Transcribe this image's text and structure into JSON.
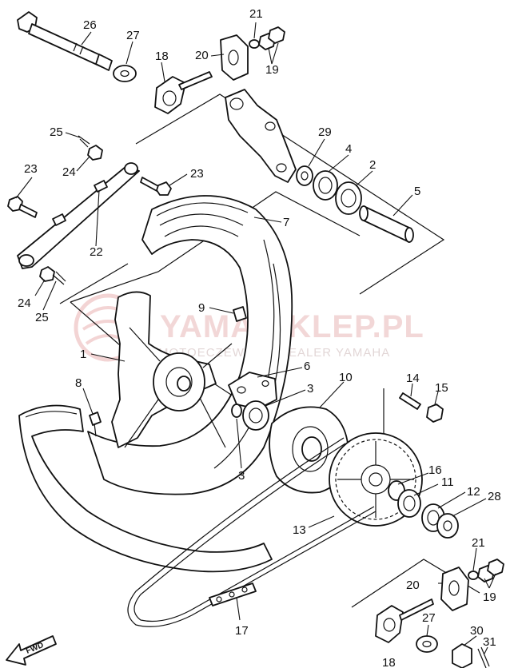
{
  "watermark": {
    "title": "YAMA-SKLEP.PL",
    "subtitle": "MOTOECZEWNIK | DEALER YAMAHA"
  },
  "direction_marker": "FWD",
  "callouts": [
    {
      "id": "26",
      "label": "26"
    },
    {
      "id": "27-top",
      "label": "27"
    },
    {
      "id": "18-top",
      "label": "18"
    },
    {
      "id": "20-top",
      "label": "20"
    },
    {
      "id": "21-top",
      "label": "21"
    },
    {
      "id": "19-top",
      "label": "19"
    },
    {
      "id": "25-top",
      "label": "25"
    },
    {
      "id": "24-top",
      "label": "24"
    },
    {
      "id": "23-left",
      "label": "23"
    },
    {
      "id": "23-right",
      "label": "23"
    },
    {
      "id": "29",
      "label": "29"
    },
    {
      "id": "4",
      "label": "4"
    },
    {
      "id": "2",
      "label": "2"
    },
    {
      "id": "5",
      "label": "5"
    },
    {
      "id": "7",
      "label": "7"
    },
    {
      "id": "22",
      "label": "22"
    },
    {
      "id": "24-bottom",
      "label": "24"
    },
    {
      "id": "25-bottom",
      "label": "25"
    },
    {
      "id": "9",
      "label": "9"
    },
    {
      "id": "1",
      "label": "1"
    },
    {
      "id": "6",
      "label": "6"
    },
    {
      "id": "3-upper",
      "label": "3"
    },
    {
      "id": "10",
      "label": "10"
    },
    {
      "id": "14",
      "label": "14"
    },
    {
      "id": "15",
      "label": "15"
    },
    {
      "id": "8",
      "label": "8"
    },
    {
      "id": "3-lower",
      "label": "3"
    },
    {
      "id": "16",
      "label": "16"
    },
    {
      "id": "11",
      "label": "11"
    },
    {
      "id": "12",
      "label": "12"
    },
    {
      "id": "28",
      "label": "28"
    },
    {
      "id": "13",
      "label": "13"
    },
    {
      "id": "21-bottom",
      "label": "21"
    },
    {
      "id": "20-bottom",
      "label": "20"
    },
    {
      "id": "19-bottom",
      "label": "19"
    },
    {
      "id": "27-bottom",
      "label": "27"
    },
    {
      "id": "17",
      "label": "17"
    },
    {
      "id": "30",
      "label": "30"
    },
    {
      "id": "31",
      "label": "31"
    },
    {
      "id": "18-bottom",
      "label": "18"
    }
  ]
}
